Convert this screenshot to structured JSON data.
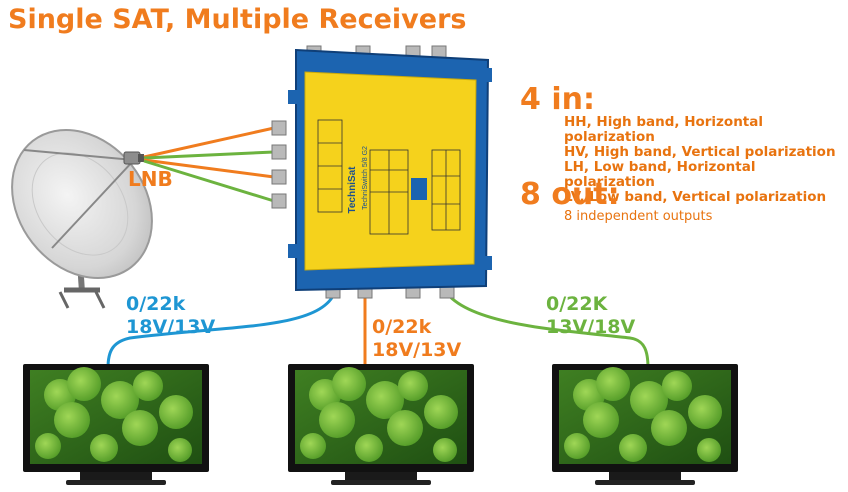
{
  "title": "Single SAT, Multiple Receivers",
  "lnb_label": "LNB",
  "switch": {
    "brand": "TechniSat",
    "model": "TechniSwitch 5/8 G2"
  },
  "inputs": {
    "heading": "4 in:",
    "items": [
      "HH, High band, Horizontal polarization",
      "HV, High band, Vertical polarization",
      "LH, Low band, Horizontal polarization",
      "LV, Low band, Vertical polarization"
    ]
  },
  "outputs": {
    "heading": "8 out:",
    "description": "8 independent outputs"
  },
  "receivers": [
    {
      "line1": "0/22k",
      "line2": "18V/13V",
      "color": "#1e96d3"
    },
    {
      "line1": "0/22k",
      "line2": "18V/13V",
      "color": "#f07c1e"
    },
    {
      "line1": "0/22K",
      "line2": "13V/18V",
      "color": "#6cb33f"
    }
  ],
  "cable_colors": {
    "orange": "#f07c1e",
    "green": "#6cb33f",
    "blue": "#1e96d3"
  }
}
